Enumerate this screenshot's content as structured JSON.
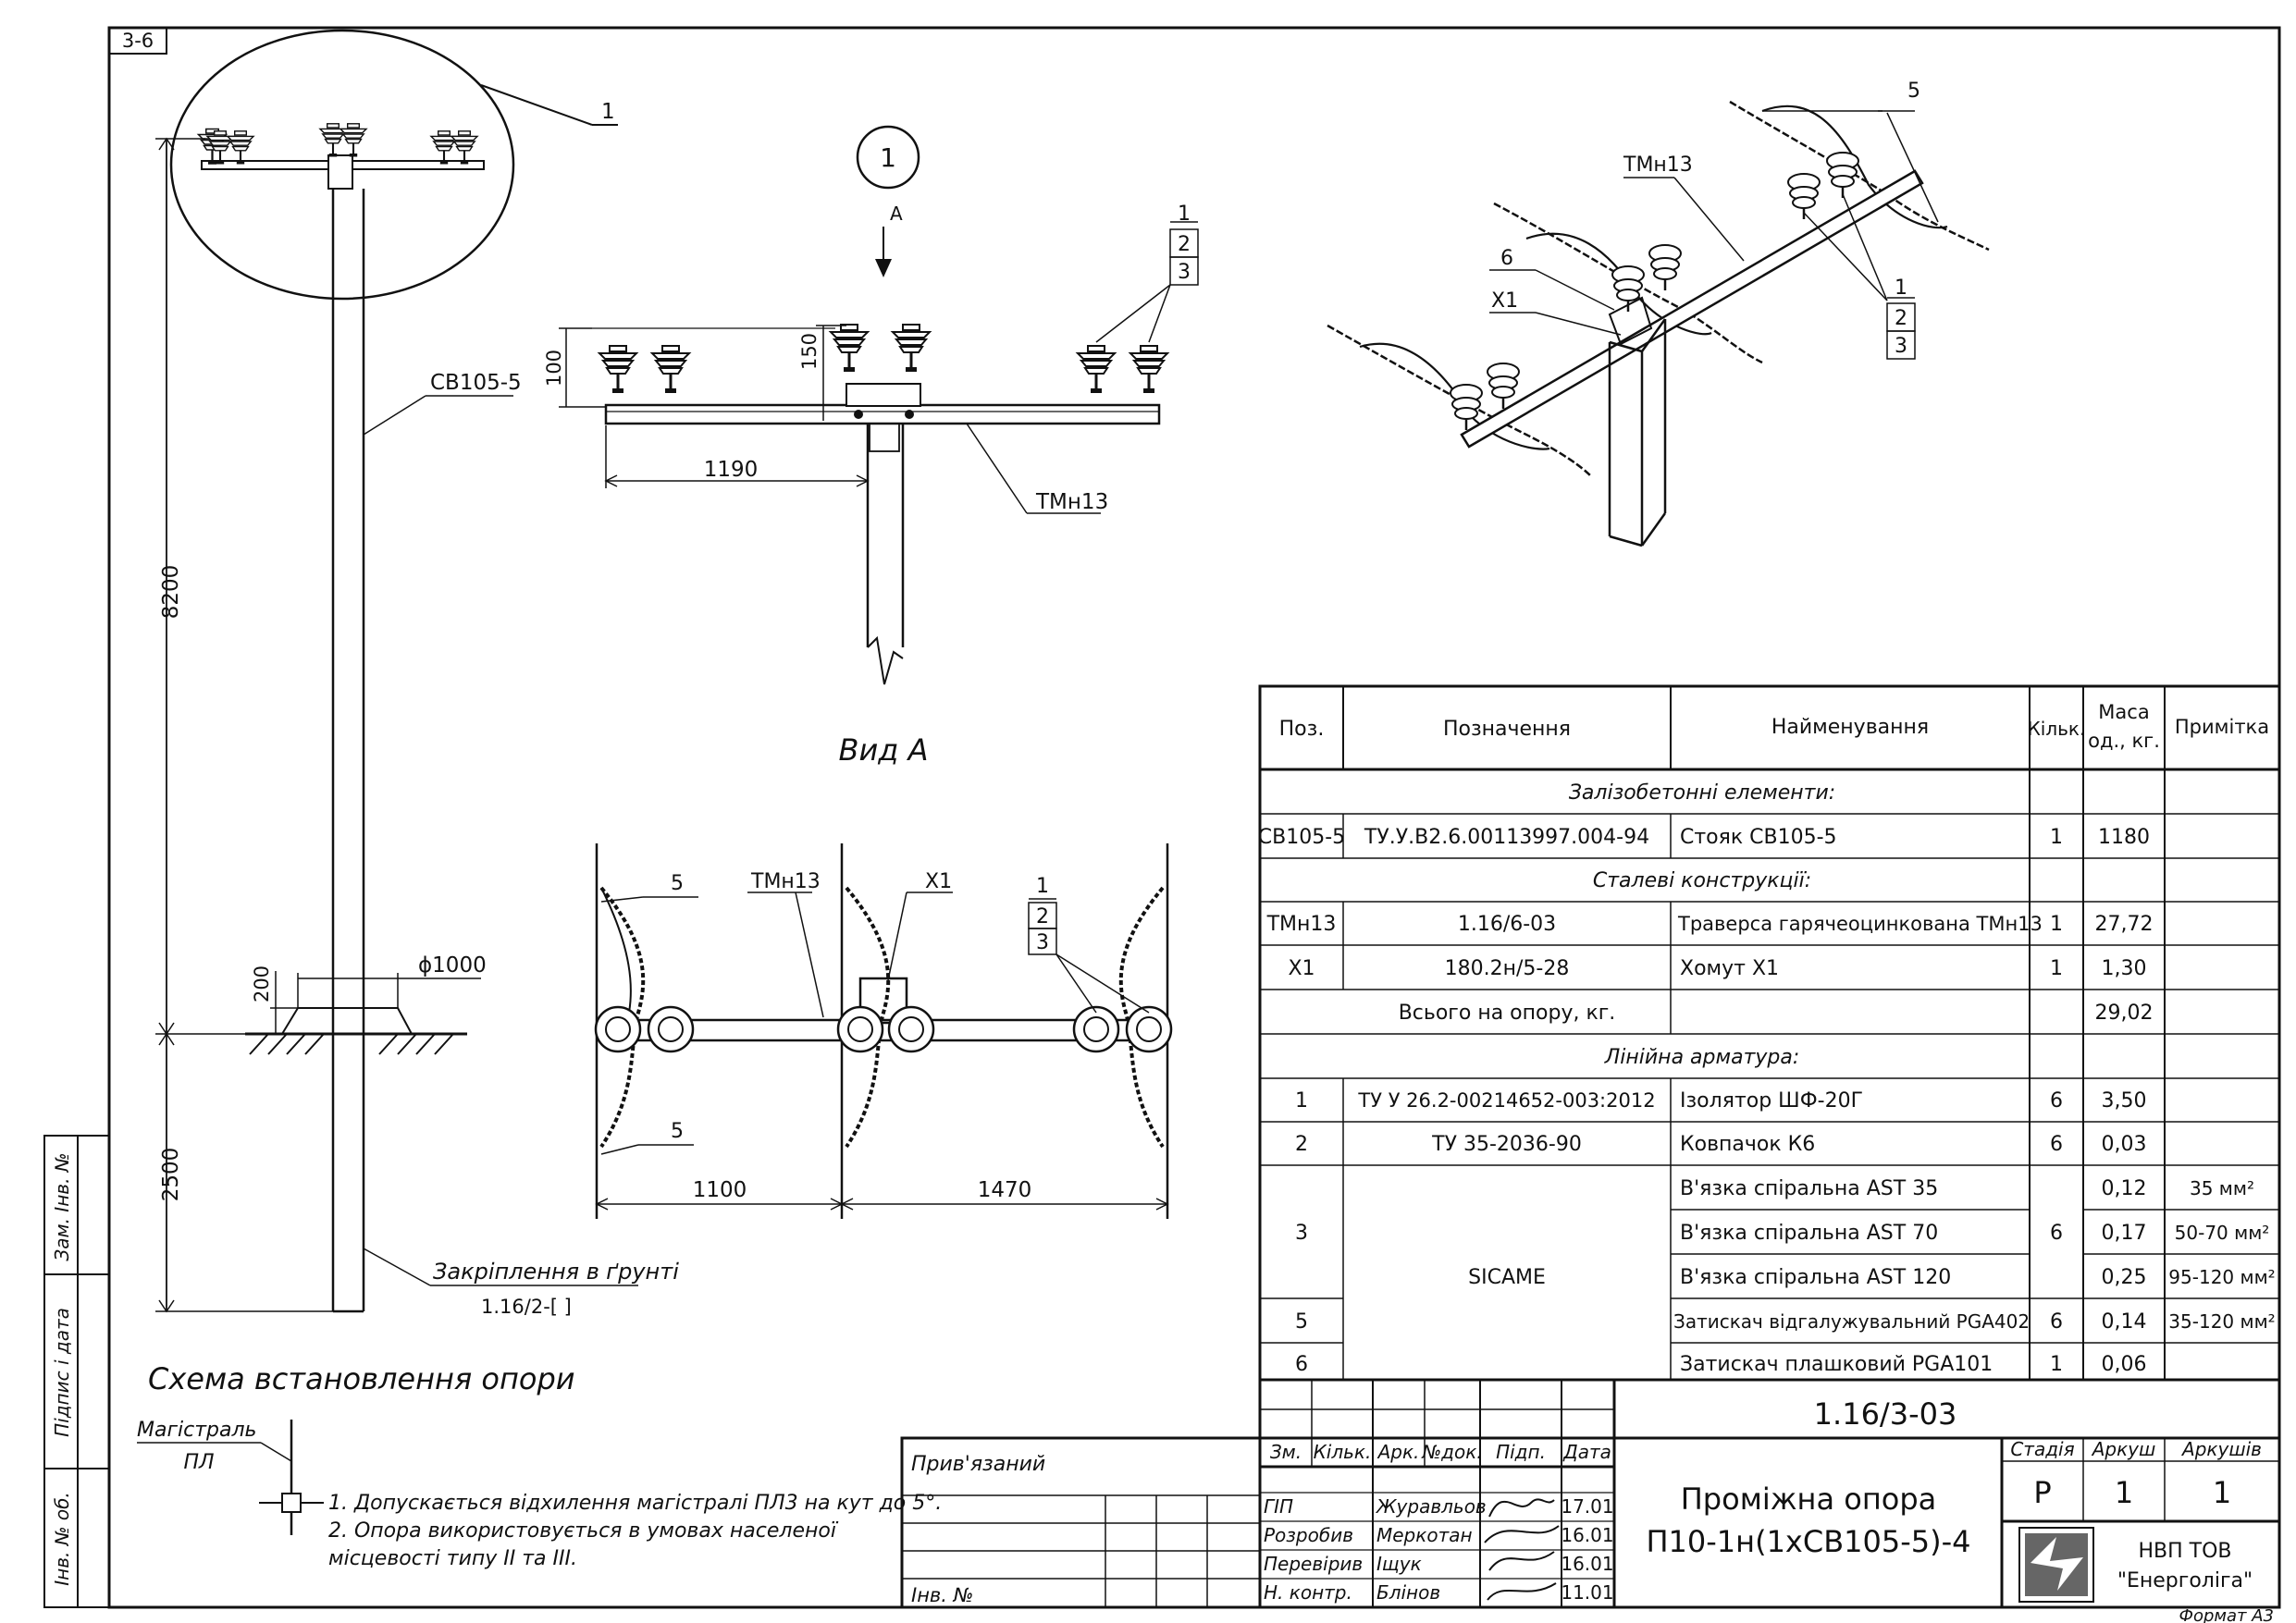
{
  "sheet": {
    "corner_code": "3-6",
    "format_label": "Формат А3",
    "side_labels": [
      "Інв. № об.",
      "Підпис і дата",
      "Зам. Інв. №"
    ]
  },
  "pole_elevation": {
    "callout": "1",
    "pole_mark": "СВ105-5",
    "height_above_ground": "8200",
    "depth_below_ground": "2500",
    "pit_depth": "200",
    "pit_diameter": "ϕ1000",
    "anchoring_label": "Закріплення в ґрунті",
    "anchoring_ref": "1.16/2-[     ]"
  },
  "detail_1": {
    "callout": "1",
    "view_arrow": "A",
    "crossarm": "ТМн13",
    "dim_left": "1190",
    "dim_100": "100",
    "dim_150": "150",
    "pos_labels": [
      "1",
      "2",
      "3"
    ]
  },
  "view_a": {
    "title": "Вид А",
    "label_5_top": "5",
    "label_5_bottom": "5",
    "crossarm": "ТМн13",
    "clamp": "Х1",
    "pos_labels": [
      "1",
      "2",
      "3"
    ],
    "dim_left": "1100",
    "dim_right": "1470"
  },
  "isometric": {
    "label_5": "5",
    "crossarm": "ТМн13",
    "label_6": "6",
    "clamp": "Х1",
    "pos_labels": [
      "1",
      "2",
      "3"
    ]
  },
  "spec_table": {
    "headers": [
      "Поз.",
      "Позначення",
      "Найменування",
      "Кільк.",
      "Маса од., кг.",
      "Примітка"
    ],
    "mass_header_lines": [
      "Маса",
      "од., кг."
    ],
    "sections": {
      "concrete": "Залізобетонні елементи:",
      "steel": "Сталеві конструкції:",
      "fittings": "Лінійна арматура:"
    },
    "row_pole": [
      "СВ105-5",
      "ТУ.У.В2.6.00113997.004-94",
      "Стояк СВ105-5",
      "1",
      "1180",
      ""
    ],
    "row_crossarm": [
      "ТМн13",
      "1.16/6-03",
      "Траверса гарячеоцинкована ТМн13",
      "1",
      "27,72",
      ""
    ],
    "row_clamp": [
      "Х1",
      "180.2н/5-28",
      "Хомут Х1",
      "1",
      "1,30",
      ""
    ],
    "row_total": [
      "",
      "Всього на опору, кг.",
      "",
      "",
      "29,02",
      ""
    ],
    "row_insulator": [
      "1",
      "ТУ У 26.2-00214652-003:2012",
      "Ізолятор ШФ-20Г",
      "6",
      "3,50",
      ""
    ],
    "row_cap": [
      "2",
      "ТУ 35-2036-90",
      "Ковпачок К6",
      "6",
      "0,03",
      ""
    ],
    "pos3": "3",
    "pos3_qty": "6",
    "sicame": "SICAME",
    "ties": [
      {
        "name": "В'язка спіральна AST 35",
        "mass": "0,12",
        "note": "35 мм²"
      },
      {
        "name": "В'язка спіральна AST 70",
        "mass": "0,17",
        "note": "50-70 мм²"
      },
      {
        "name": "В'язка спіральна AST 120",
        "mass": "0,25",
        "note": "95-120 мм²"
      }
    ],
    "row_pga402": [
      "5",
      "Затискач відгалужувальний PGA402",
      "6",
      "0,14",
      "35-120 мм²"
    ],
    "row_pga101": [
      "6",
      "Затискач плашковий PGA101",
      "1",
      "0,06",
      ""
    ]
  },
  "scheme": {
    "title": "Схема встановлення опори",
    "line_label_1": "Магістраль",
    "line_label_2": "ПЛ",
    "note_1": "1. Допускається відхилення магістралі ПЛ3 на кут до 5°.",
    "note_2": "2. Опора використовується в умовах населеної",
    "note_3": "місцевості типу II та III."
  },
  "title_block": {
    "doc_number": "1.16/3-03",
    "attached": "Прив'язаний",
    "inv_no": "Інв. №",
    "cols": [
      "Зм.",
      "Кільк.",
      "Арк.",
      "№док.",
      "Підп.",
      "Дата"
    ],
    "people": [
      {
        "role": "ГІП",
        "name": "Журавльов",
        "date": "17.01"
      },
      {
        "role": "Розробив",
        "name": "Меркотан",
        "date": "16.01"
      },
      {
        "role": "Перевірив",
        "name": "Іщук",
        "date": "16.01"
      },
      {
        "role": "Н. контр.",
        "name": "Блінов",
        "date": "11.01"
      }
    ],
    "title_1": "Проміжна опора",
    "title_2": "П10-1н(1хСВ105-5)-4",
    "stage_label": "Стадія",
    "sheet_label": "Аркуш",
    "sheets_label": "Аркушів",
    "stage": "Р",
    "sheet": "1",
    "sheets": "1",
    "org_1": "НВП ТОВ",
    "org_2": "\"Енерголіга\""
  }
}
